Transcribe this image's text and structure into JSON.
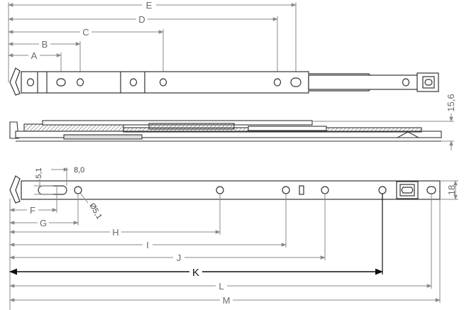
{
  "labels": {
    "a": "A",
    "b": "B",
    "c": "C",
    "d": "D",
    "e": "E",
    "f": "F",
    "g": "G",
    "h": "H",
    "i": "I",
    "j": "J",
    "k": "K",
    "l": "L",
    "m": "M"
  },
  "dims": {
    "thickness": "15,6",
    "width": "18",
    "slot_w": "5,1",
    "slot_l": "8,0",
    "hole_d": "Ø5,1"
  },
  "colors": {
    "outline": "#333333",
    "dim_line": "#8a8a8a",
    "dim_line_bold": "#111111",
    "hatch": "#555555"
  }
}
